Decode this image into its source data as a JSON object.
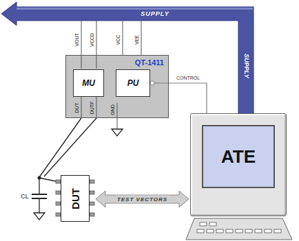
{
  "diagram": {
    "nodes": [
      {
        "text": [
          "QT-1411"
        ]
      },
      {
        "text": [
          "MU"
        ],
        "in": 0
      },
      {
        "text": [
          "PU"
        ],
        "in": 0
      },
      {
        "text": [
          "ATE"
        ]
      },
      {
        "text": [
          "DUT"
        ]
      }
    ],
    "edges": [
      {
        "from": 4,
        "to": 3,
        "arrow": "both",
        "label": "TEST VECTORS"
      },
      {
        "from": 2,
        "to": 3,
        "arrow": "none",
        "label": "CONTROL"
      }
    ],
    "labels": [
      "SUPPLY",
      "SUPPLY",
      "VOUT",
      "VCCD",
      "VCC",
      "VEE",
      "DUT",
      "DUTF",
      "GND",
      "CL"
    ]
  }
}
